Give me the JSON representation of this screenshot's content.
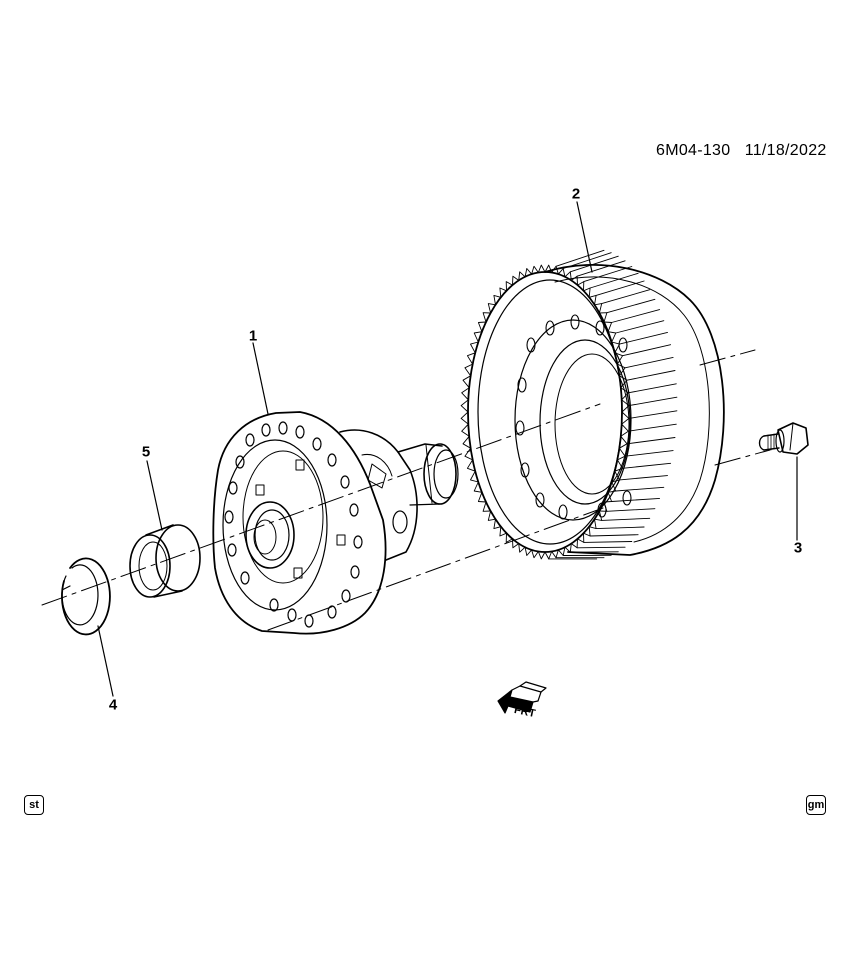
{
  "diagram": {
    "reference_code": "6M04-130",
    "date": "11/18/2022",
    "callouts": [
      "1",
      "2",
      "3",
      "4",
      "5"
    ],
    "direction_marker": "FRT",
    "badge_left": "st",
    "badge_right": "gm"
  },
  "colors": {
    "ink": "#000000",
    "background": "#ffffff"
  }
}
